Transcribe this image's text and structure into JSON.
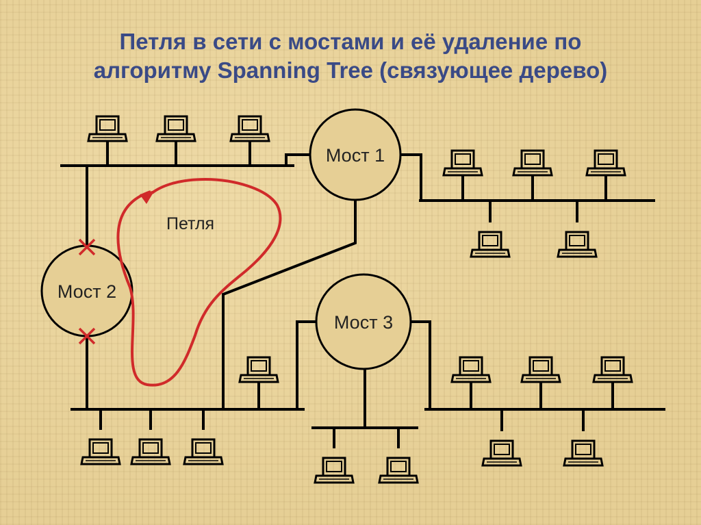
{
  "title": {
    "line1": "Петля в сети с мостами и её удаление по",
    "line2": "алгоритму Spanning Tree (связующее дерево)"
  },
  "bridges": {
    "b1": "Мост 1",
    "b2": "Мост 2",
    "b3": "Мост 3"
  },
  "loop_label": "Петля",
  "colors": {
    "title": "#3a4a86",
    "loop": "#d02a2a",
    "blocked_port": "#d02a2a",
    "wire": "#000000"
  },
  "icons": {
    "computer": "computer-icon",
    "blocked_port": "blocked-port-x-icon",
    "loop_arrow": "loop-arrow-icon"
  }
}
